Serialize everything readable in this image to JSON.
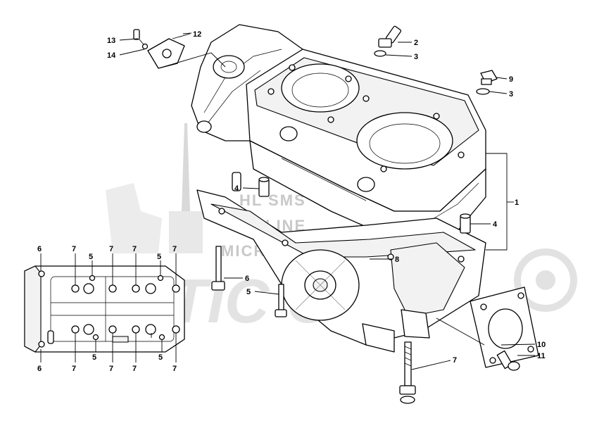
{
  "watermark": {
    "line1": "HL SMS",
    "line2": "ONLINE",
    "line3": "MICROFICHE",
    "brand": "ARCTIC CAT"
  },
  "callouts": [
    {
      "id": "c1",
      "label": "1"
    },
    {
      "id": "c2",
      "label": "2"
    },
    {
      "id": "c3a",
      "label": "3"
    },
    {
      "id": "c3b",
      "label": "3"
    },
    {
      "id": "c4a",
      "label": "4"
    },
    {
      "id": "c4b",
      "label": "4"
    },
    {
      "id": "c5a",
      "label": "5"
    },
    {
      "id": "c5b",
      "label": "5"
    },
    {
      "id": "c5c",
      "label": "5"
    },
    {
      "id": "c5d",
      "label": "5"
    },
    {
      "id": "c5e",
      "label": "5"
    },
    {
      "id": "c6a",
      "label": "6"
    },
    {
      "id": "c6b",
      "label": "6"
    },
    {
      "id": "c6c",
      "label": "6"
    },
    {
      "id": "c7a",
      "label": "7"
    },
    {
      "id": "c7b",
      "label": "7"
    },
    {
      "id": "c7c",
      "label": "7"
    },
    {
      "id": "c7d",
      "label": "7"
    },
    {
      "id": "c7e",
      "label": "7"
    },
    {
      "id": "c7f",
      "label": "7"
    },
    {
      "id": "c7g",
      "label": "7"
    },
    {
      "id": "c7h",
      "label": "7"
    },
    {
      "id": "c7i",
      "label": "7"
    },
    {
      "id": "c8",
      "label": "8"
    },
    {
      "id": "c9",
      "label": "9"
    },
    {
      "id": "c10",
      "label": "10"
    },
    {
      "id": "c11",
      "label": "11"
    },
    {
      "id": "c12",
      "label": "12"
    },
    {
      "id": "c13",
      "label": "13"
    },
    {
      "id": "c14",
      "label": "14"
    }
  ],
  "colors": {
    "line": "#000000",
    "background": "#ffffff",
    "watermark": "#d4d4d4"
  }
}
